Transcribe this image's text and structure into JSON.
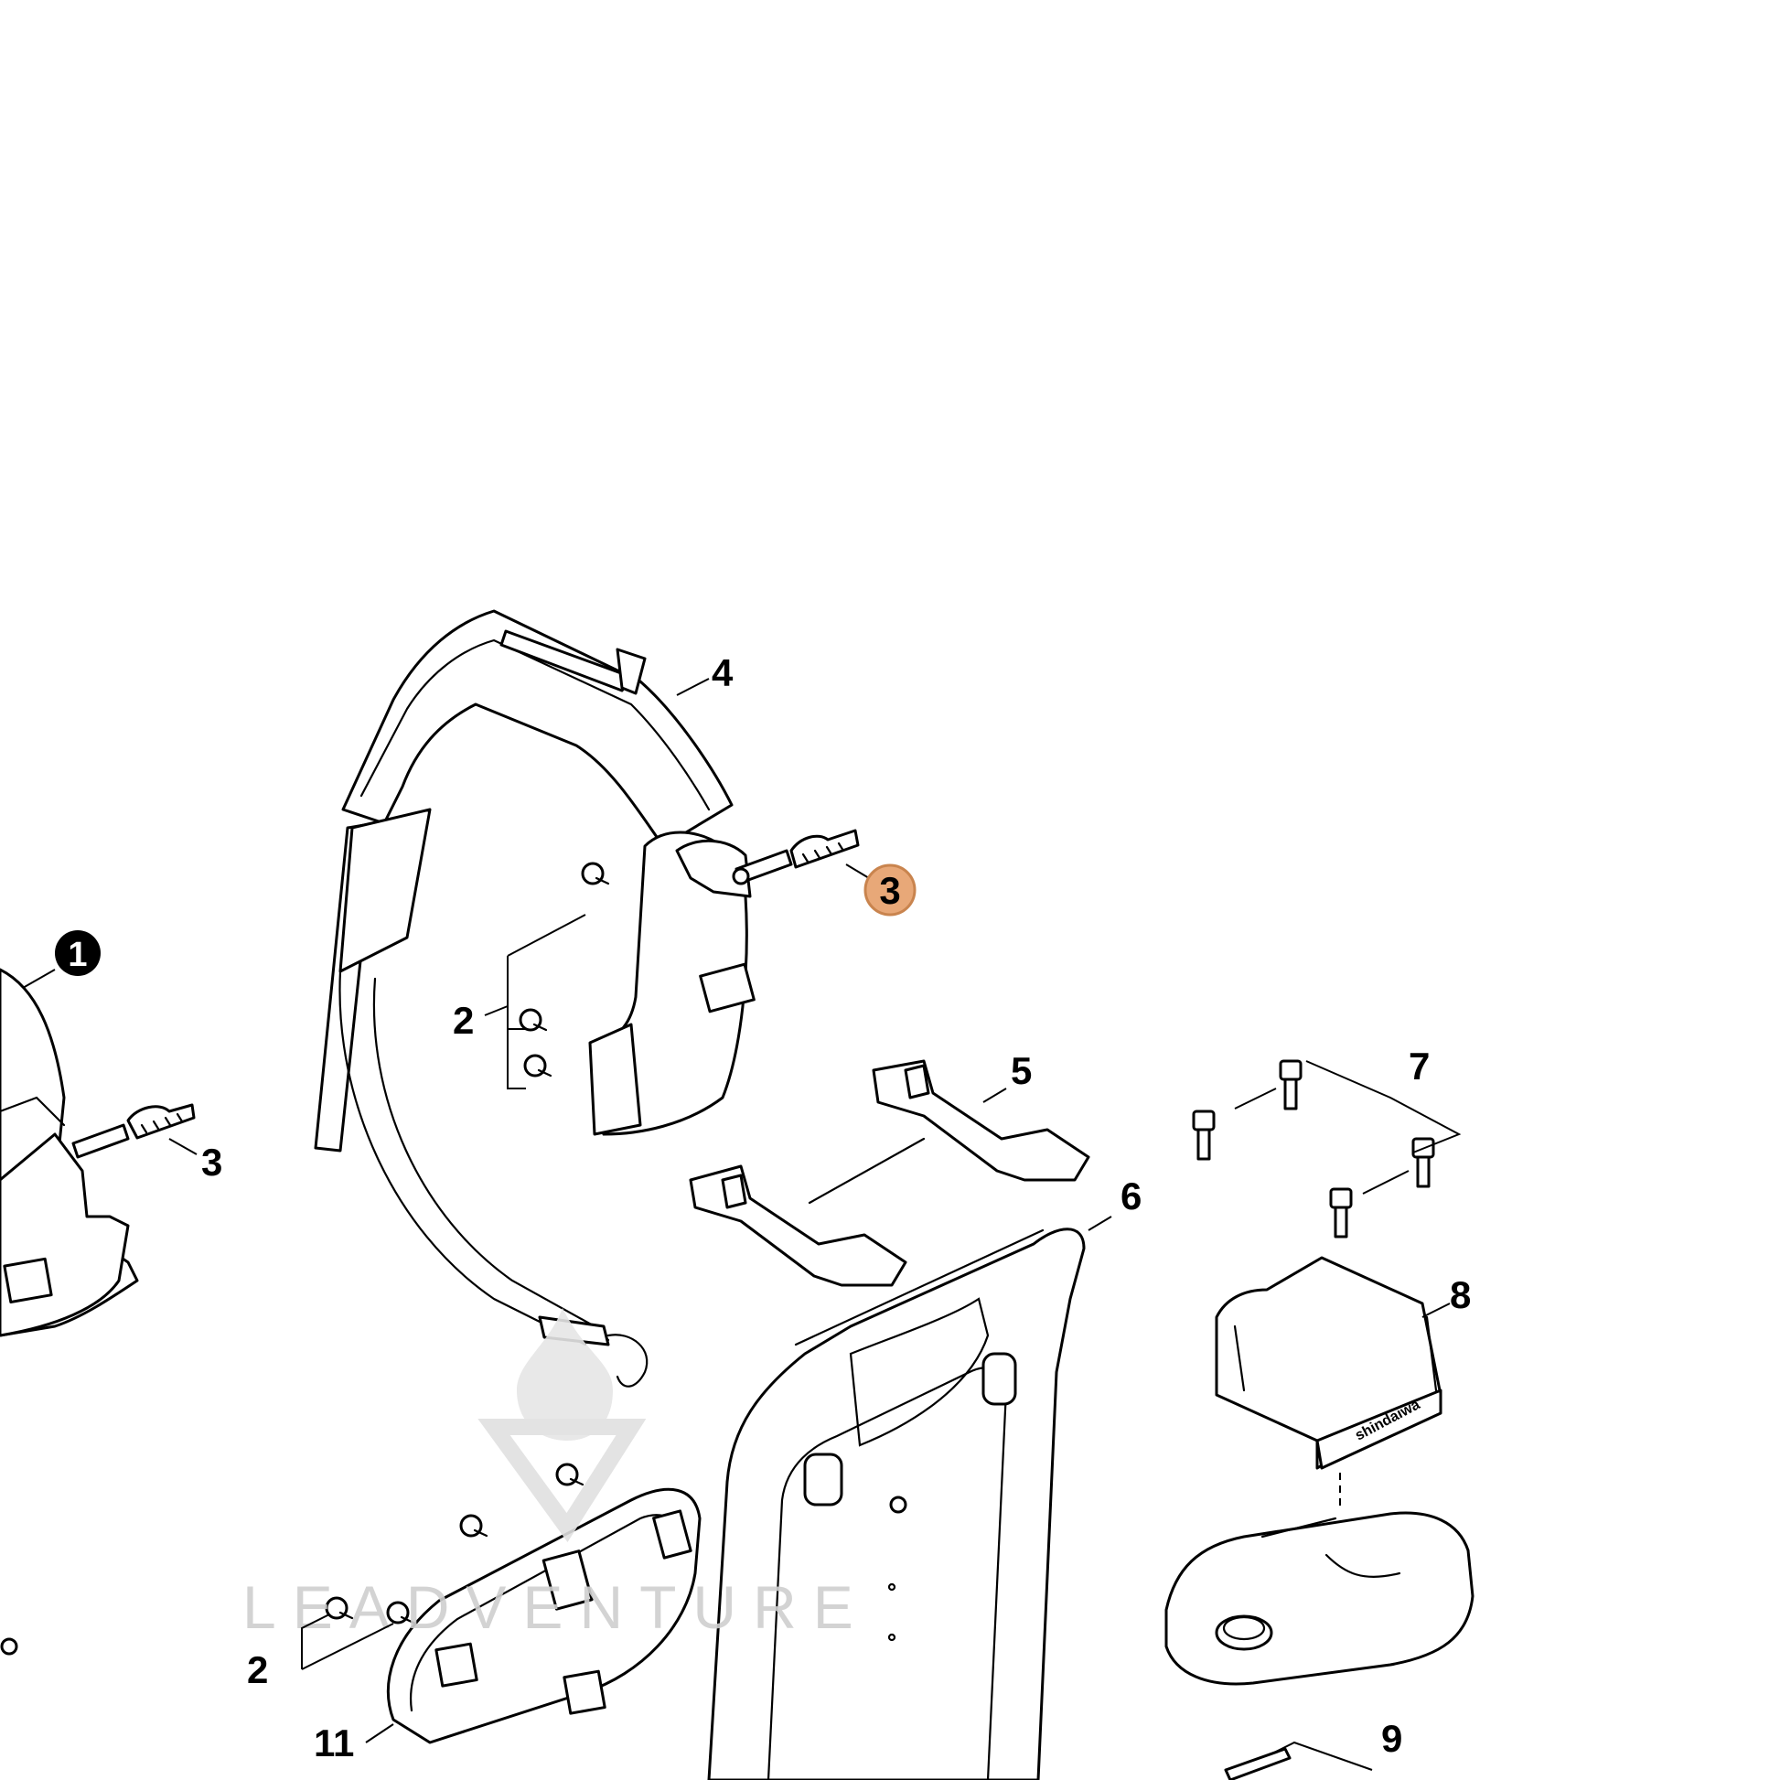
{
  "callouts": {
    "c1": "1",
    "c2a": "2",
    "c2b": "2",
    "c3a": "3",
    "c3b": "3",
    "c4": "4",
    "c5": "5",
    "c6": "6",
    "c7": "7",
    "c8": "8",
    "c9": "9",
    "c11": "11"
  },
  "highlight_color": "#e8a878",
  "highlight_stroke": "#c9844e",
  "watermark": {
    "text": "LEADVENTURE"
  },
  "heat_shield_logo": "shindaiwa",
  "icons": [
    "flame-logo-watermark",
    "v-logo-watermark"
  ]
}
